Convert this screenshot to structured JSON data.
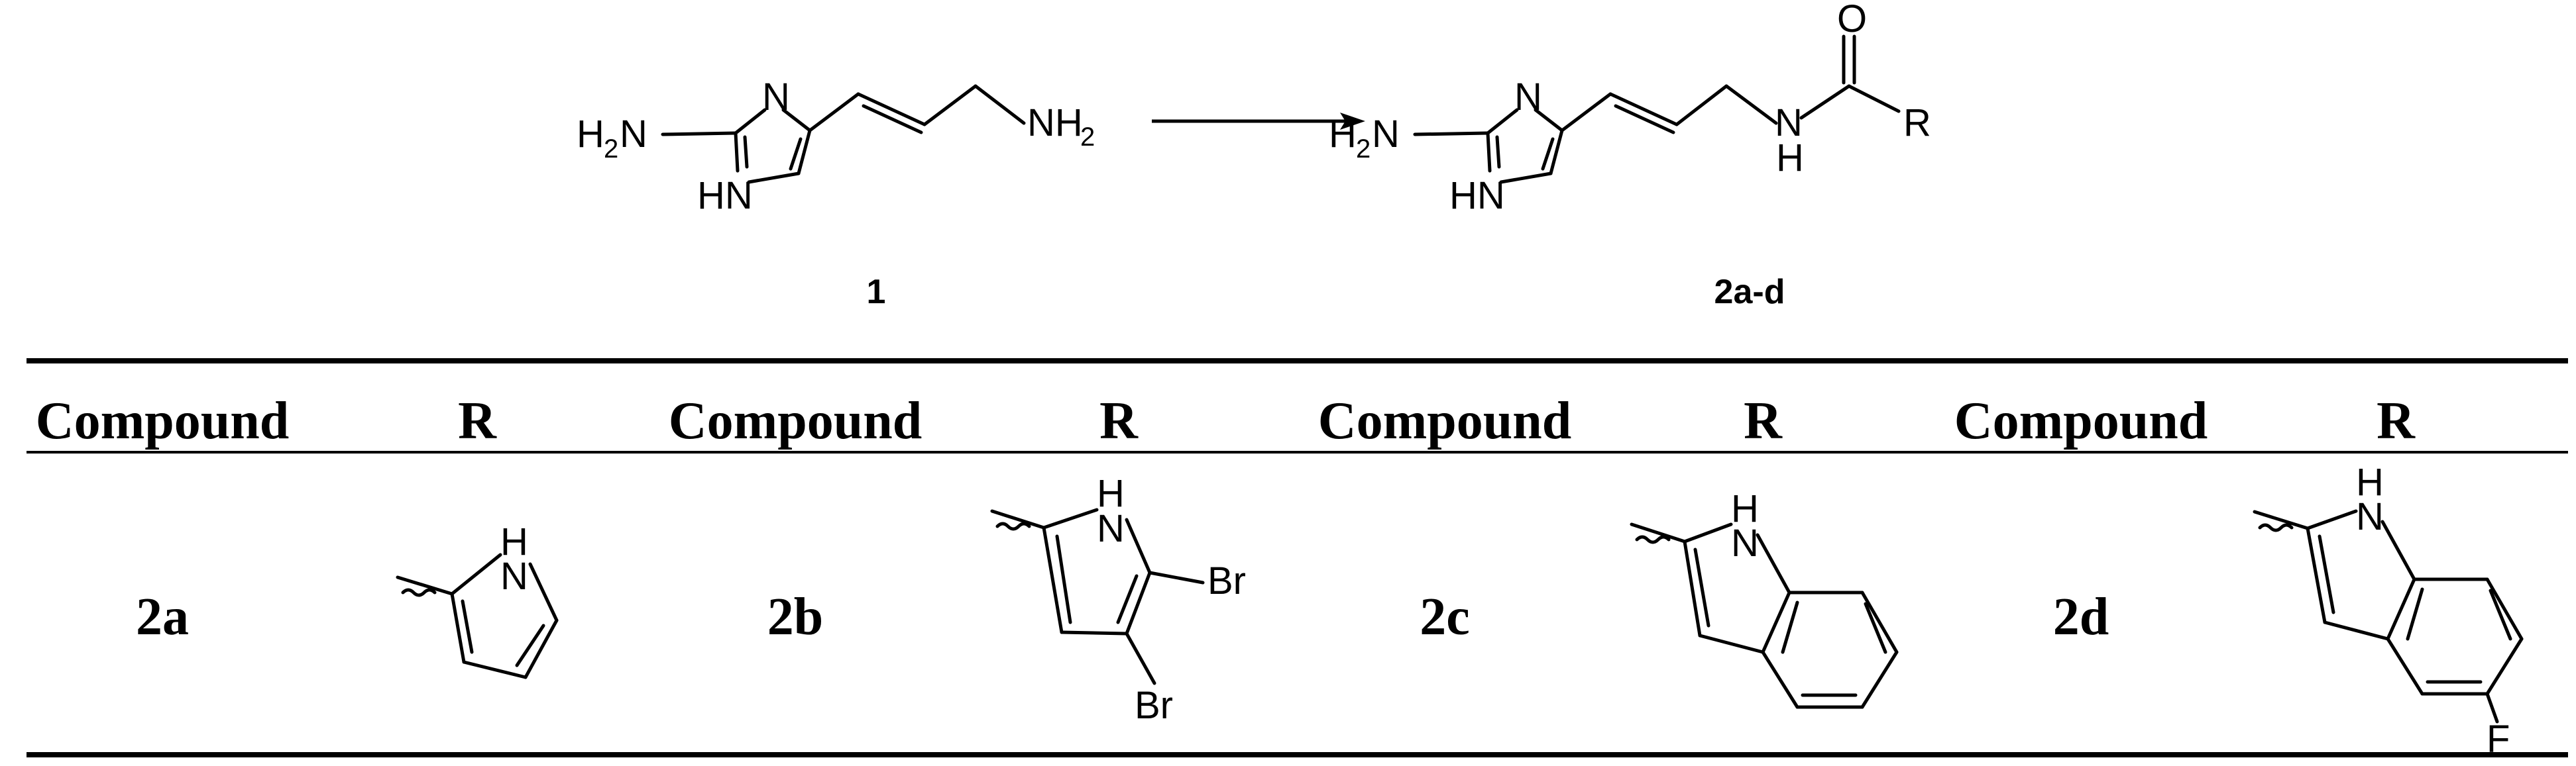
{
  "scheme": {
    "reactant_label": "1",
    "product_label": "2a-d",
    "atoms": {
      "N": "N",
      "HN": "HN",
      "H2N_H": "H",
      "H2N_2": "2",
      "H2N_N": "N",
      "NH2_NH": "NH",
      "NH2_2": "2",
      "O": "O",
      "H": "H",
      "R": "R"
    }
  },
  "table": {
    "headers": [
      "Compound",
      "R",
      "Compound",
      "R",
      "Compound",
      "R",
      "Compound",
      "R"
    ],
    "rows": [
      {
        "compound": "2a",
        "substituent": "pyrrol-2-yl"
      },
      {
        "compound": "2b",
        "substituent": "4,5-dibromopyrrol-2-yl"
      },
      {
        "compound": "2c",
        "substituent": "indol-2-yl"
      },
      {
        "compound": "2d",
        "substituent": "5-fluoroindol-2-yl"
      }
    ],
    "atom_labels": {
      "H": "H",
      "N": "N",
      "Br": "Br",
      "F": "F"
    }
  }
}
